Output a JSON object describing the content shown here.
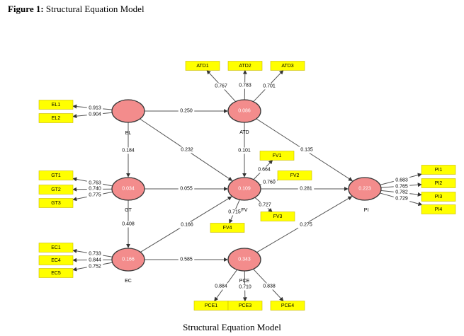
{
  "figure": {
    "label": "Figure 1:",
    "title": "Structural Equation Model",
    "caption": "Structural Equation Model"
  },
  "colors": {
    "construct_fill": "#f38c8c",
    "indicator_fill": "#ffff00",
    "edge": "#555555"
  },
  "constructs": [
    {
      "id": "EL",
      "name": "EL",
      "r2": ""
    },
    {
      "id": "ATD",
      "name": "ATD",
      "r2": "0.086"
    },
    {
      "id": "GT",
      "name": "GT",
      "r2": "0.034"
    },
    {
      "id": "FV",
      "name": "FV",
      "r2": "0.109"
    },
    {
      "id": "PI",
      "name": "PI",
      "r2": "0.223"
    },
    {
      "id": "EC",
      "name": "EC",
      "r2": "0.166"
    },
    {
      "id": "PCE",
      "name": "PCE",
      "r2": "0.343"
    }
  ],
  "indicators": [
    {
      "id": "ATD1",
      "construct": "ATD",
      "loading": "0.767"
    },
    {
      "id": "ATD2",
      "construct": "ATD",
      "loading": "0.783"
    },
    {
      "id": "ATD3",
      "construct": "ATD",
      "loading": "0.701"
    },
    {
      "id": "EL1",
      "construct": "EL",
      "loading": "0.913"
    },
    {
      "id": "EL2",
      "construct": "EL",
      "loading": "0.904"
    },
    {
      "id": "GT1",
      "construct": "GT",
      "loading": "0.763"
    },
    {
      "id": "GT2",
      "construct": "GT",
      "loading": "0.740"
    },
    {
      "id": "GT3",
      "construct": "GT",
      "loading": "0.775"
    },
    {
      "id": "FV1",
      "construct": "FV",
      "loading": "0.664"
    },
    {
      "id": "FV2",
      "construct": "FV",
      "loading": "0.760"
    },
    {
      "id": "FV3",
      "construct": "FV",
      "loading": "0.727"
    },
    {
      "id": "FV4",
      "construct": "FV",
      "loading": "0.715"
    },
    {
      "id": "PI1",
      "construct": "PI",
      "loading": "0.683"
    },
    {
      "id": "PI2",
      "construct": "PI",
      "loading": "0.765"
    },
    {
      "id": "PI3",
      "construct": "PI",
      "loading": "0.782"
    },
    {
      "id": "PI4",
      "construct": "PI",
      "loading": "0.729"
    },
    {
      "id": "EC1",
      "construct": "EC",
      "loading": "0.733"
    },
    {
      "id": "EC4",
      "construct": "EC",
      "loading": "0.844"
    },
    {
      "id": "EC5",
      "construct": "EC",
      "loading": "0.752"
    },
    {
      "id": "PCE1",
      "construct": "PCE",
      "loading": "0.884"
    },
    {
      "id": "PCE3",
      "construct": "PCE",
      "loading": "0.710"
    },
    {
      "id": "PCE4",
      "construct": "PCE",
      "loading": "0.838"
    }
  ],
  "paths": [
    {
      "from": "EL",
      "to": "ATD",
      "coef": "0.250"
    },
    {
      "from": "EL",
      "to": "GT",
      "coef": "0.184"
    },
    {
      "from": "EL",
      "to": "FV",
      "coef": "0.232"
    },
    {
      "from": "ATD",
      "to": "FV",
      "coef": "0.101"
    },
    {
      "from": "ATD",
      "to": "PI",
      "coef": "0.135"
    },
    {
      "from": "GT",
      "to": "FV",
      "coef": "0.055"
    },
    {
      "from": "GT",
      "to": "EC",
      "coef": "0.408"
    },
    {
      "from": "FV",
      "to": "PI",
      "coef": "0.281"
    },
    {
      "from": "EC",
      "to": "FV",
      "coef": "0.166"
    },
    {
      "from": "EC",
      "to": "PCE",
      "coef": "0.585"
    },
    {
      "from": "PCE",
      "to": "PI",
      "coef": "0.275"
    }
  ]
}
